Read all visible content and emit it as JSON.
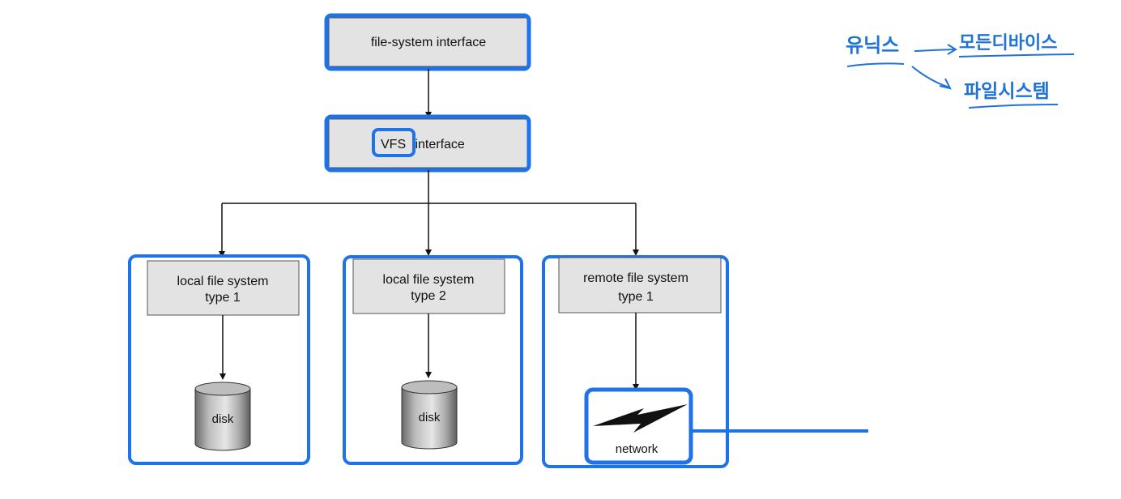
{
  "diagram": {
    "top_box": {
      "label": "file-system interface"
    },
    "vfs_box": {
      "label_highlight": "VFS",
      "label_rest": " interface"
    },
    "local1": {
      "line1": "local file system",
      "line2": "type 1",
      "storage": "disk"
    },
    "local2": {
      "line1": "local file system",
      "line2": "type 2",
      "storage": "disk"
    },
    "remote": {
      "line1": "remote file system",
      "line2": "type 1",
      "storage": "network"
    }
  },
  "annotation": {
    "left_word": "유닉스",
    "arrow_target_1": "모든디바이스",
    "arrow_target_2": "파일시스템"
  },
  "colors": {
    "highlight": "#1e73e8",
    "box_fill": "#e3e3e3",
    "ink": "#1f73d6"
  }
}
